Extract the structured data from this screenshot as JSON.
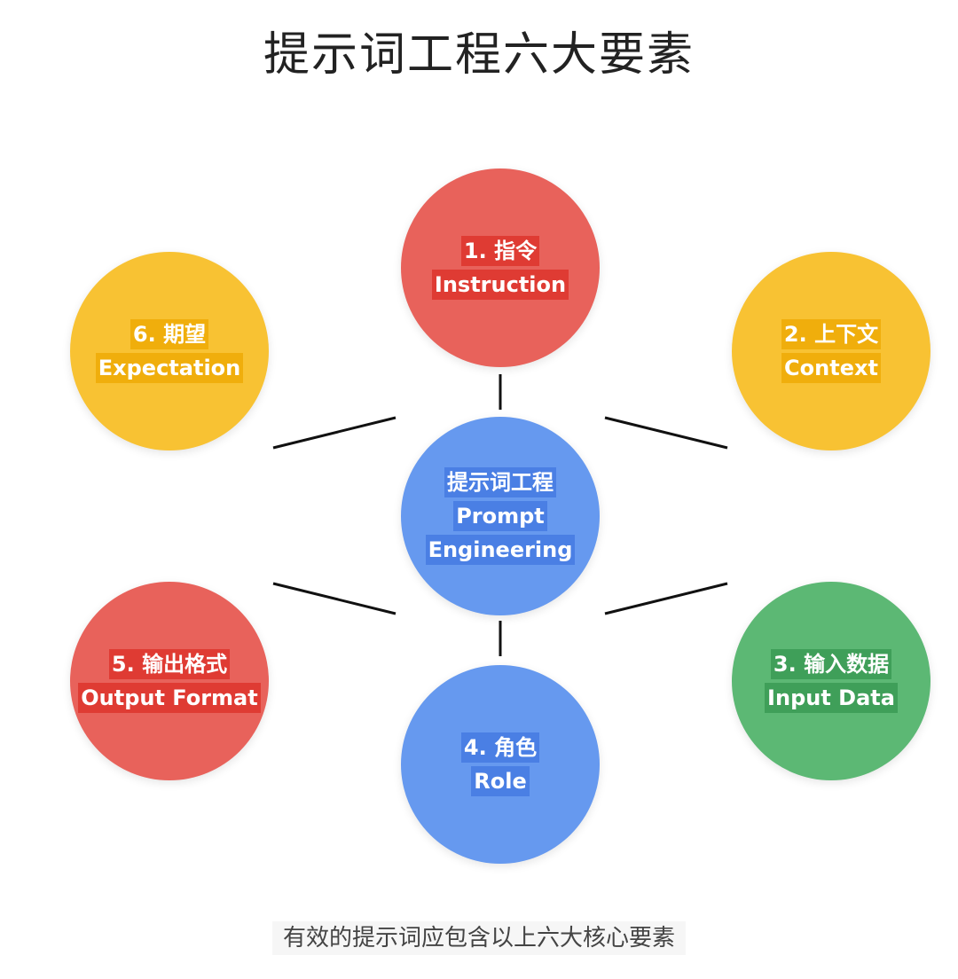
{
  "title": "提示词工程六大要素",
  "center": {
    "line1": "提示词工程",
    "line2": "Prompt",
    "line3": "Engineering"
  },
  "elements": [
    {
      "number_cn": "1. 指令",
      "en": "Instruction",
      "color": "#e8625b"
    },
    {
      "number_cn": "2. 上下文",
      "en": "Context",
      "color": "#f8c233"
    },
    {
      "number_cn": "3. 输入数据",
      "en": "Input Data",
      "color": "#5cb874"
    },
    {
      "number_cn": "4. 角色",
      "en": "Role",
      "color": "#6699ef"
    },
    {
      "number_cn": "5. 输出格式",
      "en": "Output Format",
      "color": "#e8625b"
    },
    {
      "number_cn": "6. 期望",
      "en": "Expectation",
      "color": "#f8c233"
    }
  ],
  "footer": "有效的提示词应包含以上六大核心要素"
}
